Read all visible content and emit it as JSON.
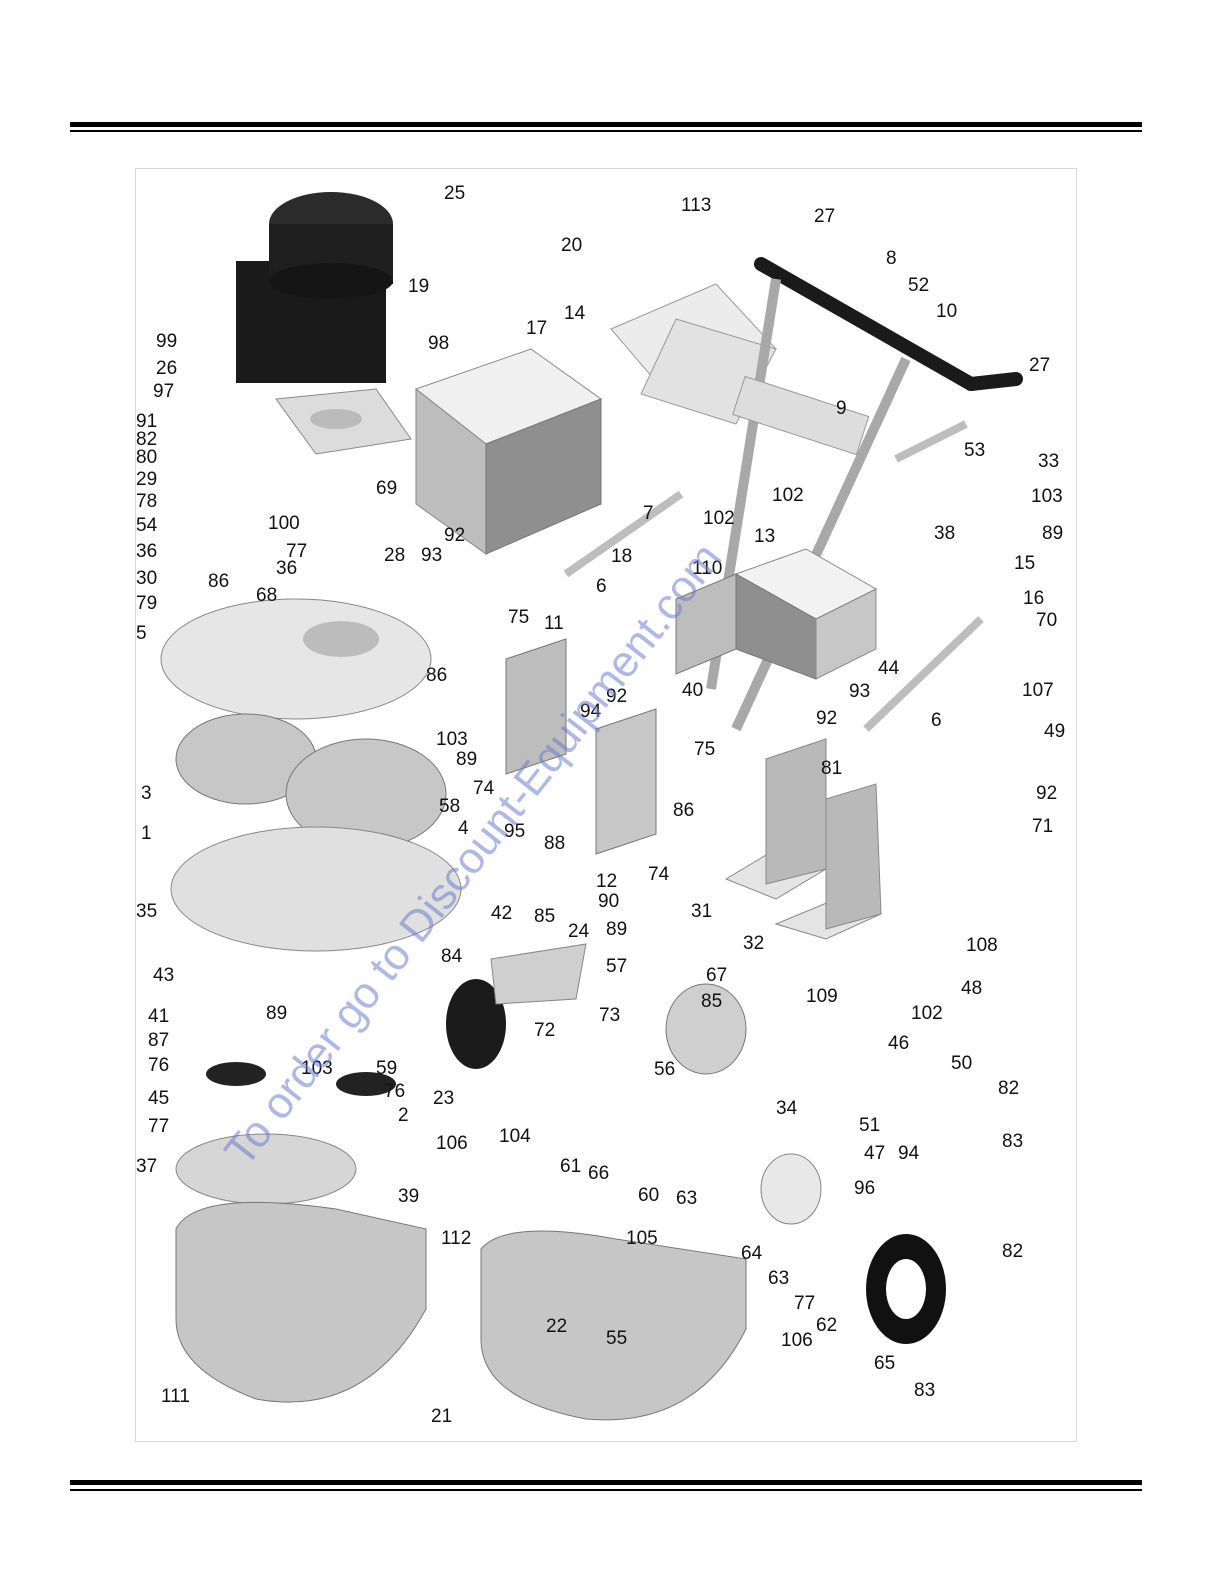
{
  "watermark": "To order go to Discount-Equipment.com",
  "colors": {
    "rule": "#000000",
    "part_dark": "#1a1a1a",
    "part_mid": "#9a9a9a",
    "part_light": "#e4e4e4",
    "watermark": "#6a7fd0"
  },
  "labels": [
    "25",
    "27",
    "113",
    "20",
    "8",
    "52",
    "10",
    "27",
    "19",
    "17",
    "14",
    "99",
    "98",
    "26",
    "97",
    "9",
    "91",
    "82",
    "80",
    "29",
    "78",
    "54",
    "36",
    "30",
    "79",
    "69",
    "100",
    "77",
    "28",
    "36",
    "86",
    "68",
    "5",
    "92",
    "93",
    "33",
    "53",
    "103",
    "89",
    "38",
    "102",
    "13",
    "102",
    "18",
    "7",
    "6",
    "110",
    "15",
    "16",
    "70",
    "107",
    "40",
    "44",
    "93",
    "92",
    "6",
    "11",
    "75",
    "86",
    "94",
    "92",
    "3",
    "103",
    "89",
    "58",
    "74",
    "95",
    "88",
    "4",
    "75",
    "86",
    "12",
    "74",
    "81",
    "49",
    "92",
    "71",
    "1",
    "35",
    "42",
    "43",
    "90",
    "89",
    "31",
    "32",
    "85",
    "24",
    "67",
    "108",
    "48",
    "57",
    "84",
    "41",
    "87",
    "76",
    "45",
    "59",
    "73",
    "72",
    "56",
    "85",
    "89",
    "103",
    "76",
    "77",
    "37",
    "2",
    "39",
    "23",
    "104",
    "61",
    "66",
    "60",
    "34",
    "109",
    "102",
    "46",
    "50",
    "82",
    "51",
    "47",
    "94",
    "83",
    "106",
    "105",
    "63",
    "96",
    "64",
    "63",
    "77",
    "62",
    "65",
    "82",
    "83",
    "112",
    "22",
    "55",
    "106",
    "111",
    "21"
  ]
}
